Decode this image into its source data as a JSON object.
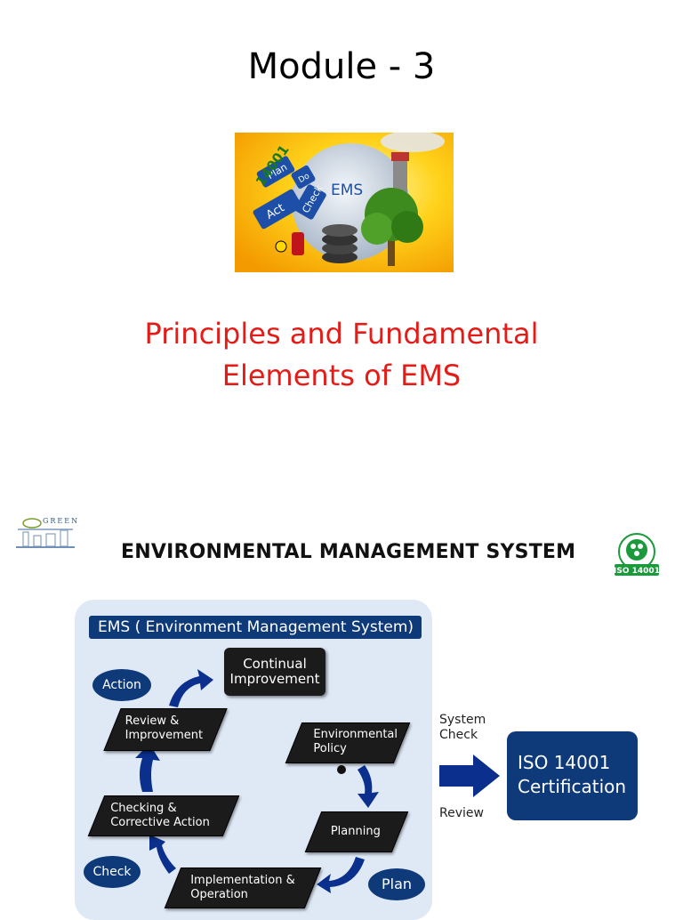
{
  "slide1": {
    "title": "Module - 3",
    "hero": {
      "pdca": [
        "Plan",
        "Do",
        "Act",
        "Check"
      ],
      "label": "EMS",
      "badge": "14001"
    },
    "subtitle_line1": "Principles and Fundamental",
    "subtitle_line2": "Elements of EMS"
  },
  "slide2": {
    "heading": "ENVIRONMENTAL MANAGEMENT SYSTEM",
    "green_logo_text": "GREEN",
    "iso_logo_text": "ISO 14001",
    "panel_title": "EMS ( Environment Management System)",
    "steps": {
      "continual_line1": "Continual",
      "continual_line2": "Improvement",
      "review_line1": "Review &",
      "review_line2": "Improvement",
      "env_line1": "Environmental",
      "env_line2": "Policy",
      "checking_line1": "Checking &",
      "checking_line2": "Corrective Action",
      "planning": "Planning",
      "impl_line1": "Implementation &",
      "impl_line2": "Operation"
    },
    "ovals": {
      "action": "Action",
      "check": "Check",
      "plan": "Plan"
    },
    "system_check_line1": "System",
    "system_check_line2": "Check",
    "review": "Review",
    "certification_line1": "ISO 14001",
    "certification_line2": "Certification"
  },
  "colors": {
    "subtitle_red": "#e41b17",
    "navy": "#0f3a7a",
    "panel_bg": "#dfe9f6",
    "arrow_blue": "#0a2f8c"
  }
}
